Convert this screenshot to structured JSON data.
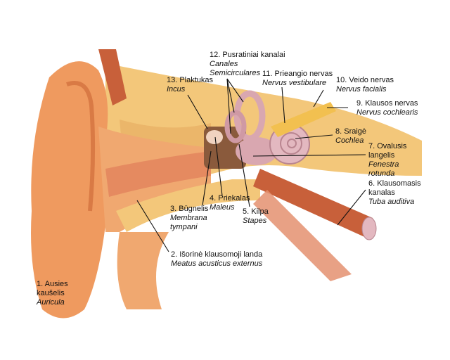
{
  "title": "Ausies anatomija",
  "colors": {
    "skin": "#ef9a5f",
    "bone": "#f3c77a",
    "inner": "#d9a7b0",
    "muscle": "#c8603a",
    "nerve": "#f2c050"
  },
  "labels": [
    {
      "id": "auricula",
      "lines": [
        "1. Ausies",
        "kaušelis"
      ],
      "latin": [
        "Auricula"
      ]
    },
    {
      "id": "meatus",
      "lines": [
        "2. Išorinė klausomoji landa"
      ],
      "latin": [
        "Meatus acusticus externus"
      ]
    },
    {
      "id": "membrana",
      "lines": [
        "3. Būgnelis"
      ],
      "latin": [
        "Membrana",
        "tympani"
      ]
    },
    {
      "id": "maleus",
      "lines": [
        "4. Priekalas"
      ],
      "latin": [
        "Maleus"
      ]
    },
    {
      "id": "stapes",
      "lines": [
        "5. Kilpa"
      ],
      "latin": [
        "Stapes"
      ]
    },
    {
      "id": "tuba",
      "lines": [
        "6. Klausomasis",
        "kanalas"
      ],
      "latin": [
        "Tuba auditiva"
      ]
    },
    {
      "id": "fenestra",
      "lines": [
        "7. Ovalusis",
        "langelis"
      ],
      "latin": [
        "Fenestra",
        "rotunda"
      ]
    },
    {
      "id": "cochlea",
      "lines": [
        "8. Sraigė"
      ],
      "latin": [
        "Cochlea"
      ]
    },
    {
      "id": "cochlearis",
      "lines": [
        "9. Klausos nervas"
      ],
      "latin": [
        "Nervus cochlearis"
      ]
    },
    {
      "id": "facialis",
      "lines": [
        "10. Veido nervas"
      ],
      "latin": [
        "Nervus facialis"
      ]
    },
    {
      "id": "vestibulare",
      "lines": [
        "11. Prieangio nervas"
      ],
      "latin": [
        "Nervus vestibulare"
      ]
    },
    {
      "id": "canales",
      "lines": [
        "12. Pusratiniai kanalai"
      ],
      "latin": [
        "Canales",
        "Semicirculares"
      ]
    },
    {
      "id": "incus",
      "lines": [
        "13. Plaktukas"
      ],
      "latin": [
        "Incus"
      ]
    }
  ]
}
